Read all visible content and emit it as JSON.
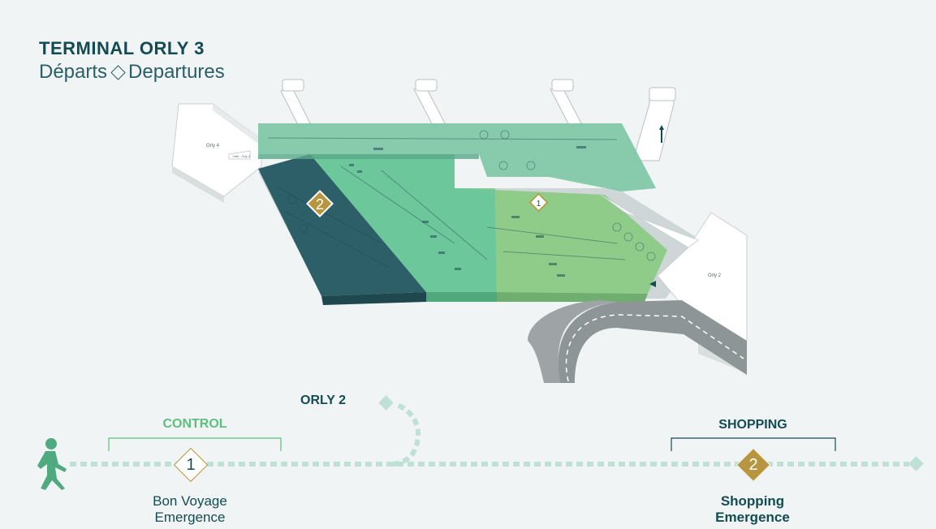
{
  "title": {
    "main": "TERMINAL ORLY 3",
    "sub_fr": "Départs",
    "sub_en": "Departures"
  },
  "map": {
    "label_orly4": "Orly 4",
    "label_orly2": "Orly 2",
    "label_arrow_sign": "Hall - Orly 4",
    "zone_marker_1": "1",
    "zone_marker_2": "2"
  },
  "route": {
    "control_label": "CONTROL",
    "shopping_label": "SHOPPING",
    "orly2_label": "ORLY 2",
    "step1_number": "1",
    "step2_number": "2",
    "step1_name": "Bon Voyage",
    "step1_name2": "Emergence",
    "step2_name": "Shopping",
    "step2_name2": "Emergence"
  },
  "colors": {
    "dark_teal": "#134b52",
    "zone_dark": "#2c5f68",
    "zone_mid": "#6cc79a",
    "zone_light": "#8fcc8a",
    "upper_floor": "#7cc7a4",
    "route_dots": "#bfe0d4",
    "gold": "#b8953f",
    "control_green": "#5bbf7e"
  },
  "icons": [
    "walking-person-icon",
    "diamond-marker-icon",
    "arrow-icon"
  ]
}
